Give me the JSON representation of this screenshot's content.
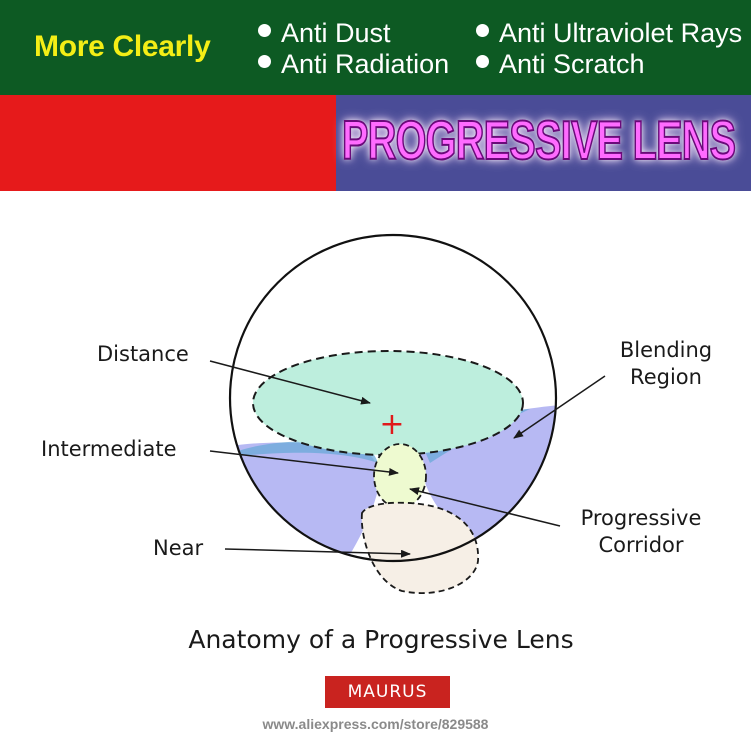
{
  "banner": {
    "headline": "More Clearly",
    "features": [
      "Anti Dust",
      "Anti Radiation",
      "Anti Ultraviolet Rays",
      "Anti Scratch"
    ],
    "colors": {
      "green": "#0d5a23",
      "yellow": "#f4ee16",
      "red": "#e61a1b",
      "blue": "#4a4c97"
    }
  },
  "product_title": "PROGRESSIVE LENS",
  "diagram": {
    "labels": {
      "distance": "Distance",
      "intermediate": "Intermediate",
      "near": "Near",
      "blending_line1": "Blending",
      "blending_line2": "Region",
      "corridor_line1": "Progressive",
      "corridor_line2": "Corridor"
    },
    "caption": "Anatomy of a Progressive Lens",
    "center_marker": "+",
    "zone_colors": {
      "distance": "#bdeedd",
      "blending": "#b7b9f3",
      "corridor": "#eefad0",
      "near": "#f6efe6"
    }
  },
  "footer": {
    "brand": "MAURUS",
    "store_url": "www.aliexpress.com/store/829588"
  }
}
